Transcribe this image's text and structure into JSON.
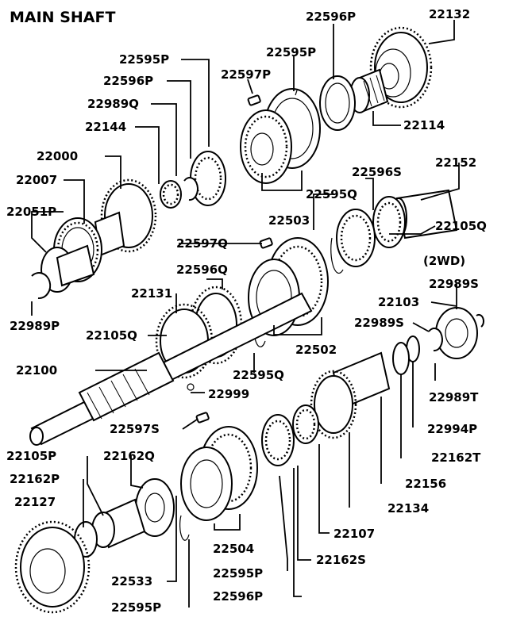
{
  "title": "MAIN SHAFT",
  "labels": {
    "l22132": "22132",
    "l22596P_top": "22596P",
    "l22595P_top": "22595P",
    "l22595P_a": "22595P",
    "l22597P": "22597P",
    "l22596P_a": "22596P",
    "l22989Q": "22989Q",
    "l22144": "22144",
    "l22114": "22114",
    "l22000": "22000",
    "l22007": "22007",
    "l22051P": "22051P",
    "l22596S": "22596S",
    "l22152": "22152",
    "l22595Q_a": "22595Q",
    "l22503": "22503",
    "l22105Q_a": "22105Q",
    "l2WD": "(2WD)",
    "l22597Q": "22597Q",
    "l22596Q": "22596Q",
    "l22989S": "22989S",
    "l22131": "22131",
    "l22103": "22103",
    "l22989P": "22989P",
    "l22105Q_b": "22105Q",
    "l22989S_b": "22989S",
    "l22502": "22502",
    "l22595Q_b": "22595Q",
    "l22100": "22100",
    "l22989T": "22989T",
    "l22999": "22999",
    "l22597S": "22597S",
    "l22994P": "22994P",
    "l22105P": "22105P",
    "l22162Q": "22162Q",
    "l22162T": "22162T",
    "l22162P": "22162P",
    "l22156": "22156",
    "l22127": "22127",
    "l22134": "22134",
    "l22107": "22107",
    "l22504": "22504",
    "l22595P_b": "22595P",
    "l22162S": "22162S",
    "l22533": "22533",
    "l22596P_b": "22596P",
    "l22595P_c": "22595P"
  }
}
